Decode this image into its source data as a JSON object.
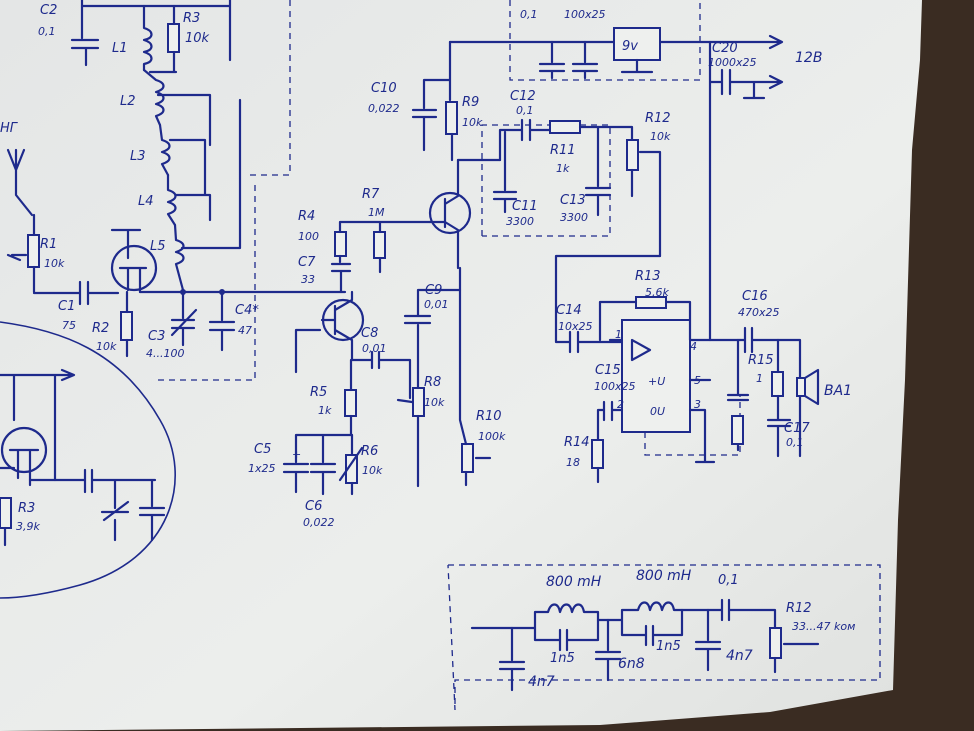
{
  "colors": {
    "ink": "#1e2a8c",
    "paper": "#eceeec",
    "background": "#3a2c22"
  },
  "labels": {
    "c2": "C2",
    "c2v": "0,1",
    "l1": "L1",
    "l2": "L2",
    "l3": "L3",
    "l4": "L4",
    "l5": "L5",
    "r3": "R3",
    "r3v": "10k",
    "nt": "НГ",
    "r1": "R1",
    "r1v": "10k",
    "c1": "C1",
    "c1v": "75",
    "r2": "R2",
    "r2v": "10k",
    "c3": "C3",
    "c3v": "4...100",
    "c4": "C4*",
    "c4v": "47",
    "c10": "C10",
    "c10v": "0,022",
    "r9": "R9",
    "r9v": "10k",
    "c12": "C12",
    "c12v": "0,1",
    "r11": "R11",
    "r11v": "1k",
    "r12": "R12",
    "r12v": "10k",
    "c11": "C11",
    "c11v": "3300",
    "c13": "C13",
    "c13v": "3300",
    "r4": "R4",
    "r4v": "100",
    "r7": "R7",
    "r7v": "1M",
    "c7": "C7",
    "c7v": "33",
    "c8": "C8",
    "c8v": "0,01",
    "c9": "C9",
    "c9v": "0,01",
    "r8": "R8",
    "r8v": "10k",
    "r5": "R5",
    "r5v": "1k",
    "r6": "R6",
    "r6v": "10k",
    "c5": "C5",
    "c5v": "1x25",
    "c6": "C6",
    "c6v": "0,022",
    "r10": "R10",
    "r10v": "100k",
    "c18top": "0,1",
    "c19top": "100x25",
    "reg": "9v",
    "c20": "C20",
    "c20v": "1000x25",
    "v12": "12B",
    "r13": "R13",
    "r13v": "5,6k",
    "c14": "C14",
    "c14v": "10x25",
    "c16": "C16",
    "c16v": "470x25",
    "c15": "C15",
    "c15v": "100x25",
    "r14": "R14",
    "r14v": "18",
    "r15": "R15",
    "r15v": "1",
    "c17": "C17",
    "c17v": "0,1",
    "ba1": "BA1",
    "pin1": "1",
    "pin2": "2",
    "pin3": "3",
    "pin4": "4",
    "pin5": "5",
    "plus_u": "+U",
    "zero_u": "0U",
    "r3b": "R3",
    "r3bv": "3,9k",
    "ind1": "800 mH",
    "ind2": "800 mH",
    "f_c1": "1n5",
    "f_c2": "1n5",
    "f_c3": "6n8",
    "f_c4": "4n7",
    "f_c5": "4n7",
    "f_c6": "0,1",
    "r12b": "R12",
    "r12bv": "33...47 kом"
  }
}
